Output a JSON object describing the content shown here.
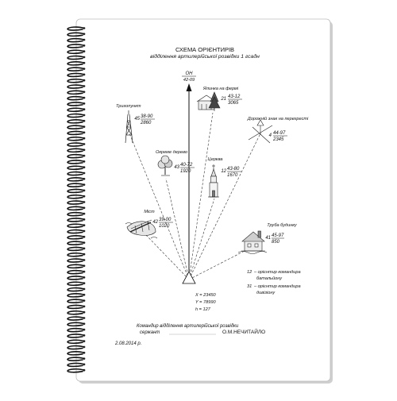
{
  "title": {
    "line1": "СХЕМА ОРІЄНТИРІВ",
    "line2": "відділення артилерійської розвідки 1 гсадн"
  },
  "north": {
    "label": "ОН",
    "value": "42-09"
  },
  "landmarks": [
    {
      "id": "yalynka",
      "name": "Ялинка на фермі",
      "num": "21",
      "angle": "43-12",
      "dist": "3065",
      "icon": "farm-fir-icon"
    },
    {
      "id": "tryhopunkt",
      "name": "Тригопункт",
      "num": "45",
      "angle": "38-90",
      "dist": "2860",
      "icon": "trig-tower-icon"
    },
    {
      "id": "dorozhnii-znak",
      "name": "Дорожній знак на перехресті",
      "num": "4",
      "angle": "44-97",
      "dist": "2345",
      "icon": "road-sign-icon"
    },
    {
      "id": "okrema-dereva",
      "name": "Окреме дерево",
      "num": "43",
      "angle": "40-72",
      "dist": "1920",
      "icon": "tree-icon"
    },
    {
      "id": "tserkva",
      "name": "Церква",
      "num": "12",
      "angle": "43-80",
      "dist": "1670",
      "icon": "church-icon"
    },
    {
      "id": "mist",
      "name": "Міст",
      "num": "42",
      "angle": "39-00",
      "dist": "1020",
      "icon": "bridge-icon"
    },
    {
      "id": "truba",
      "name": "Труба будинку",
      "num": "41",
      "angle": "45-97",
      "dist": "850",
      "icon": "house-chimney-icon"
    }
  ],
  "observer": {
    "x": "X = 23450",
    "y": "Y = 78990",
    "h": "h = 127"
  },
  "legend": [
    {
      "num": "12",
      "line1": "– орієнтир командира",
      "line2": "батальйону"
    },
    {
      "num": "31",
      "line1": "– орієнтир командира",
      "line2": "дивізіону"
    }
  ],
  "signature": {
    "line1": "Командир   відділення  артилерійської розвідки",
    "rank": "сержант",
    "name": "О.М.НЕЧИТАЙЛО"
  },
  "date": "2.08.2014 р."
}
